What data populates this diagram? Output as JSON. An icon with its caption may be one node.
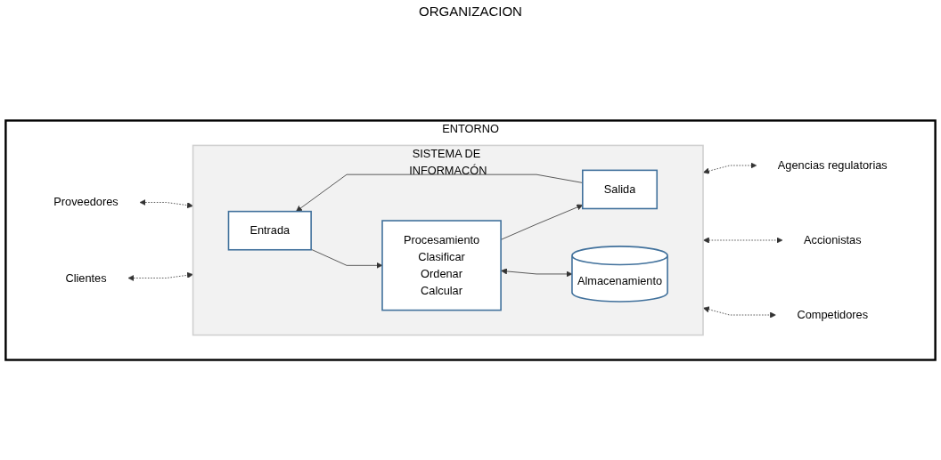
{
  "diagram": {
    "nodes": [
      {
        "text": [
          "ENTORNO"
        ]
      },
      {
        "text": [
          "Proveedores"
        ],
        "in": 0
      },
      {
        "text": [
          "Clientes"
        ],
        "in": 0
      },
      {
        "text": [
          "SISTEMA DE INFORMACÓN"
        ],
        "in": 0
      },
      {
        "text": [
          "Entrada"
        ],
        "in": 3
      },
      {
        "text": [
          "Procesamiento",
          "Clasificar",
          "Ordenar",
          "Calcular"
        ],
        "in": 3
      },
      {
        "text": [
          "Salida"
        ],
        "in": 3
      },
      {
        "text": [
          "Almacenamiento"
        ],
        "in": 3
      },
      {
        "text": [
          "Agencias regulatorias"
        ],
        "in": 0
      },
      {
        "text": [
          "Accionistas"
        ],
        "in": 0
      },
      {
        "text": [
          "Competidores"
        ],
        "in": 0
      }
    ],
    "edges": [
      {
        "from": 1,
        "to": 3,
        "arrow": "both",
        "style": "dashed"
      },
      {
        "from": 2,
        "to": 3,
        "arrow": "both",
        "style": "dashed"
      },
      {
        "from": 4,
        "to": 5,
        "arrow": "to"
      },
      {
        "from": 5,
        "to": 6,
        "arrow": "to"
      },
      {
        "from": 5,
        "to": 7,
        "arrow": "both"
      },
      {
        "from": 6,
        "to": 4,
        "arrow": "to"
      },
      {
        "from": 3,
        "to": 8,
        "arrow": "both",
        "style": "dashed"
      },
      {
        "from": 3,
        "to": 9,
        "arrow": "both",
        "style": "dashed"
      },
      {
        "from": 3,
        "to": 10,
        "arrow": "both",
        "style": "dashed"
      }
    ],
    "labels": [
      "ORGANIZACION"
    ]
  }
}
